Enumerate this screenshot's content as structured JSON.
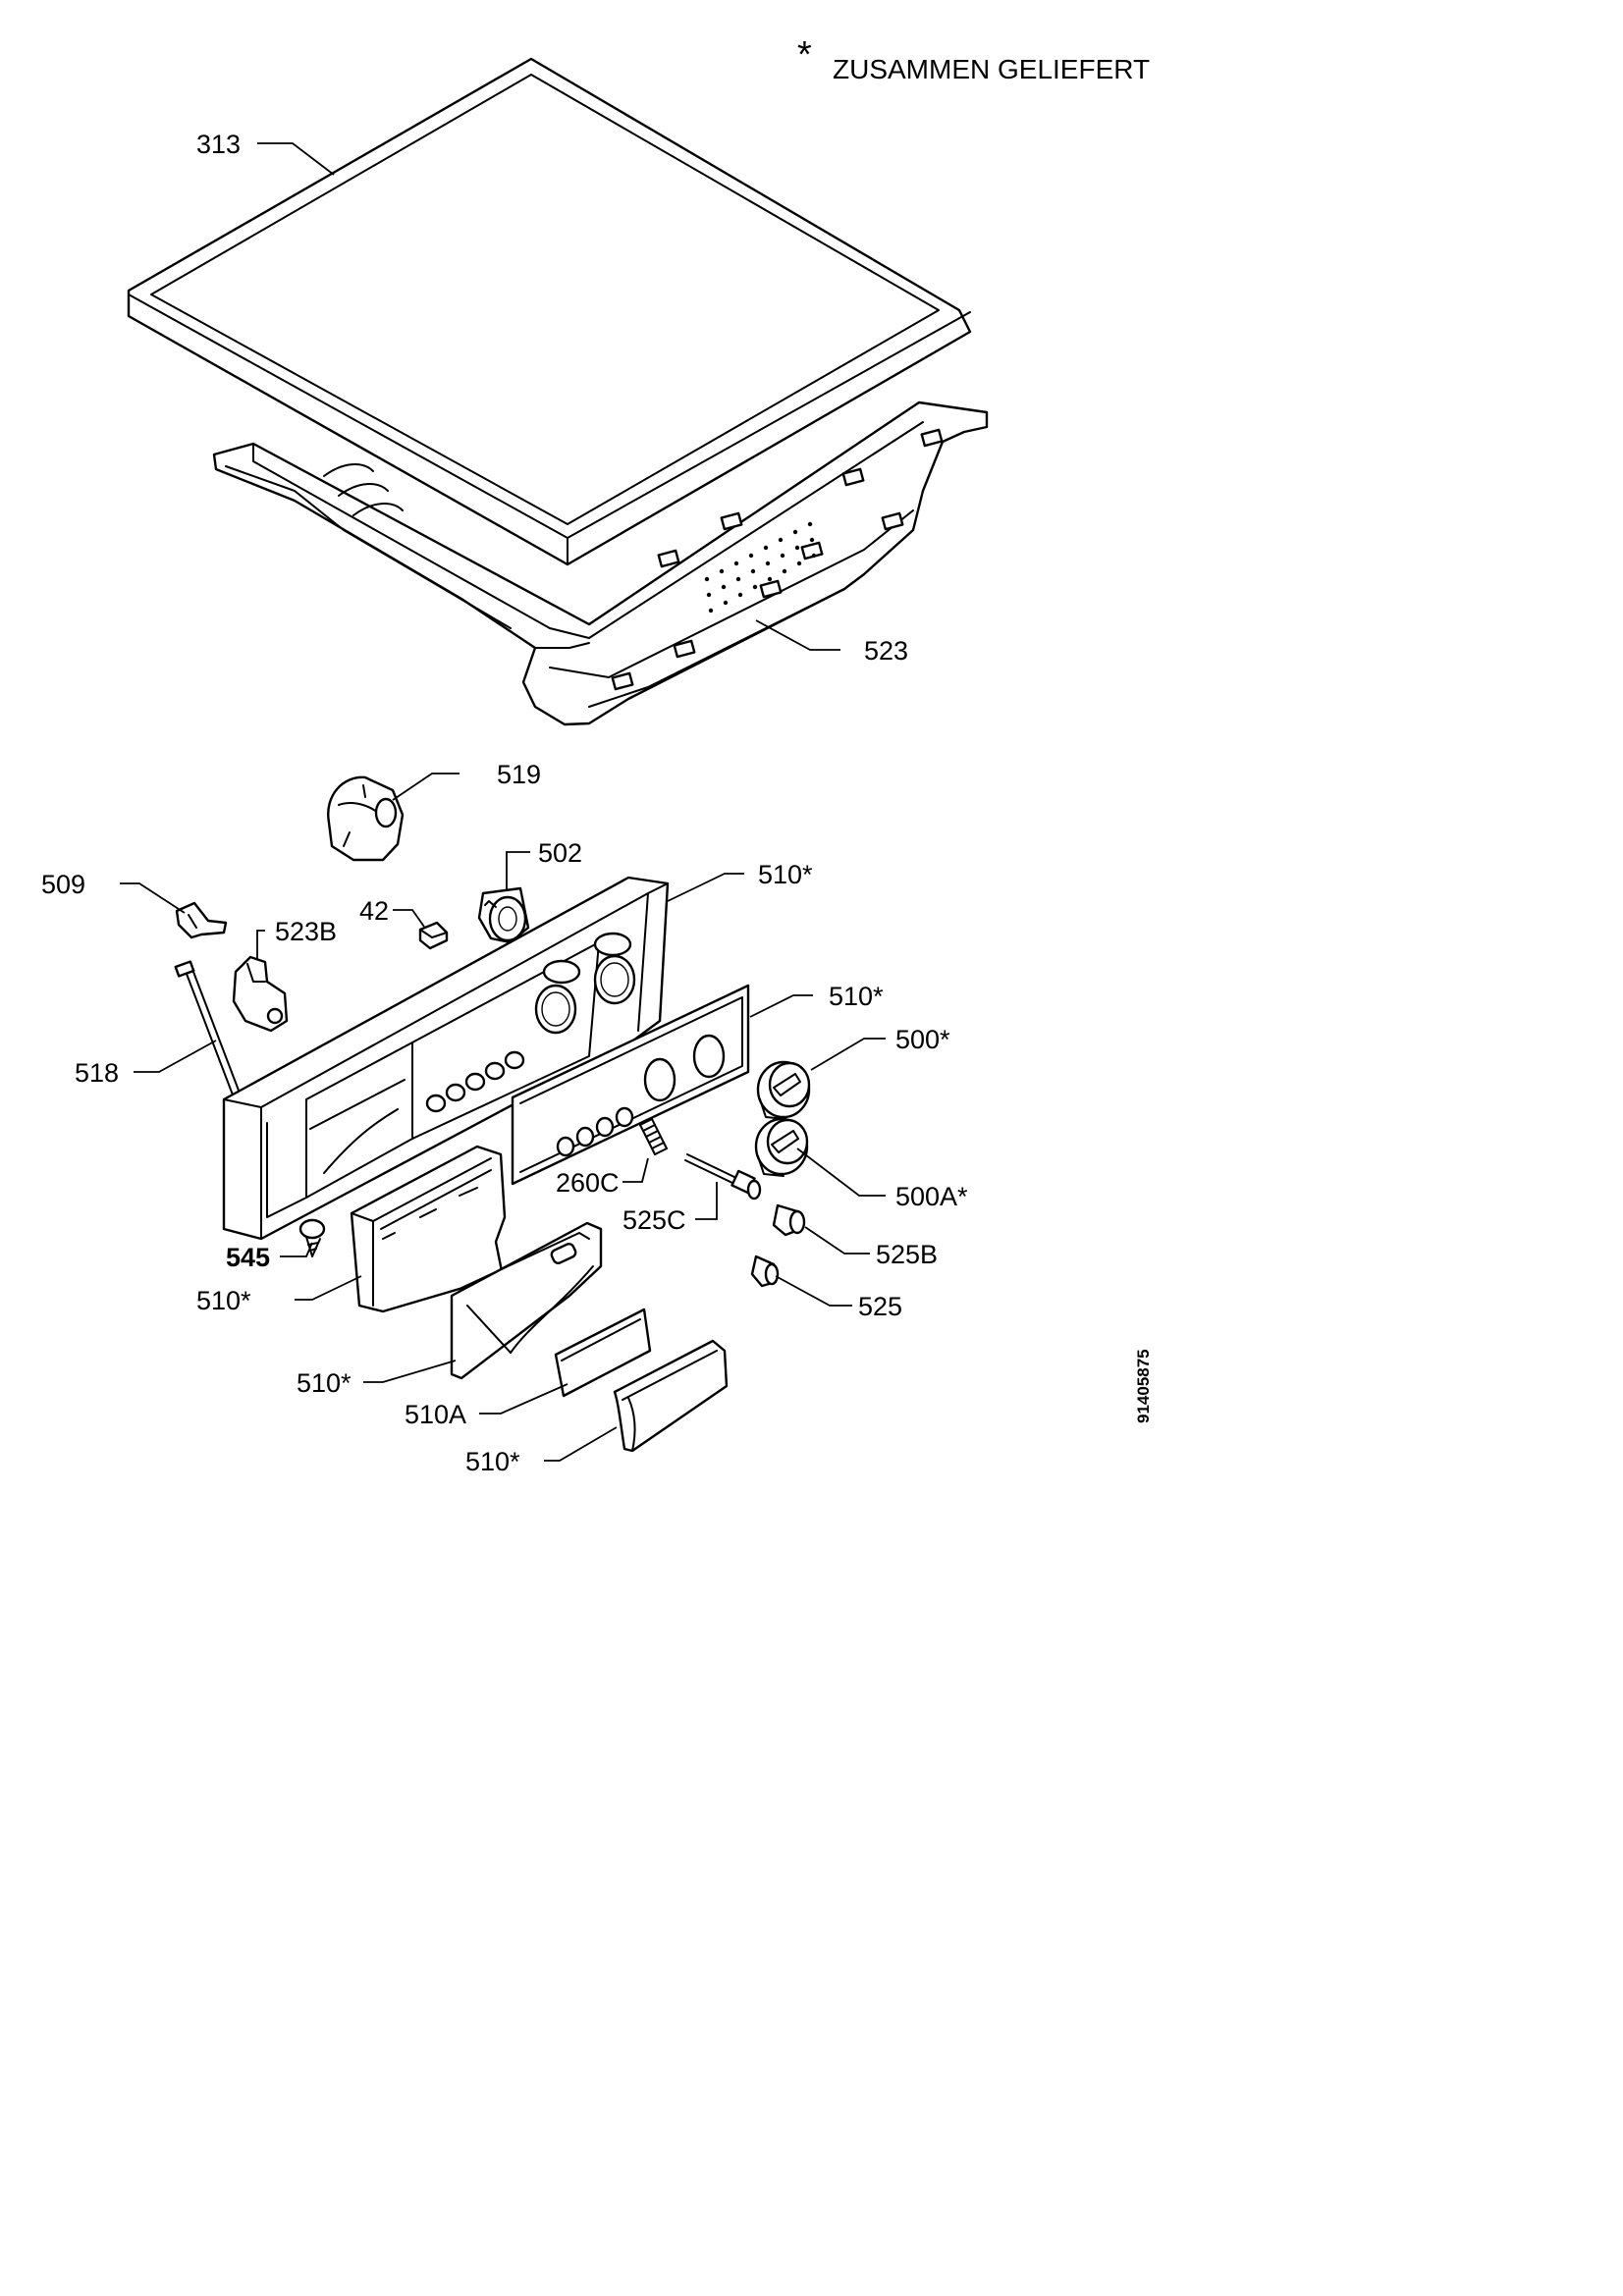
{
  "note": {
    "symbol": "*",
    "text": "ZUSAMMEN GELIEFERT"
  },
  "document_id": "91405875",
  "parts": [
    {
      "id": "313"
    },
    {
      "id": "523"
    },
    {
      "id": "519"
    },
    {
      "id": "502"
    },
    {
      "id": "509"
    },
    {
      "id": "42"
    },
    {
      "id": "510*"
    },
    {
      "id": "523B"
    },
    {
      "id": "518"
    },
    {
      "id": "510*"
    },
    {
      "id": "500*"
    },
    {
      "id": "260C"
    },
    {
      "id": "525C"
    },
    {
      "id": "500A*"
    },
    {
      "id": "545"
    },
    {
      "id": "525B"
    },
    {
      "id": "510*"
    },
    {
      "id": "525"
    },
    {
      "id": "510*"
    },
    {
      "id": "510A"
    },
    {
      "id": "510*"
    }
  ]
}
